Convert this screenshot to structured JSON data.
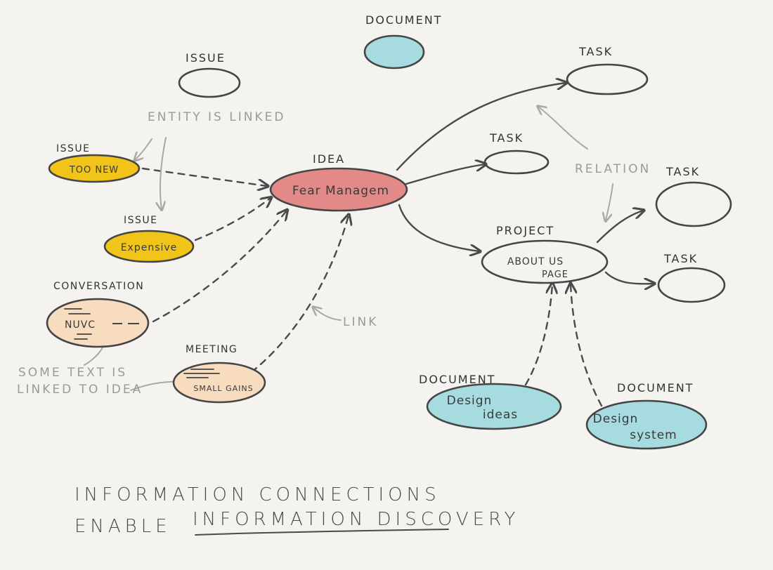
{
  "colors": {
    "idea": "#e38a88",
    "issue": "#f0c419",
    "conversation": "#f7dcbf",
    "meeting": "#f7dcbf",
    "document": "#a6dce0",
    "stroke": "#454545",
    "annotation": "#a0a0a0"
  },
  "nodes": {
    "document_top": {
      "label": "DOCUMENT"
    },
    "issue_top": {
      "label": "ISSUE"
    },
    "issue_too_new": {
      "label": "ISSUE",
      "text": "TOO NEW"
    },
    "issue_expensive": {
      "label": "ISSUE",
      "text": "Expensive"
    },
    "conversation": {
      "label": "CONVERSATION",
      "text": "NUVC"
    },
    "meeting": {
      "label": "MEETING",
      "text": "SMALL GAINS"
    },
    "idea": {
      "label": "IDEA",
      "text": "Fear Managem"
    },
    "task_top": {
      "label": "TASK"
    },
    "task_mid": {
      "label": "TASK"
    },
    "task_right_top": {
      "label": "TASK"
    },
    "task_right_bottom": {
      "label": "TASK"
    },
    "project": {
      "label": "PROJECT",
      "text_line1": "ABOUT US",
      "text_line2": "PAGE"
    },
    "document_design_ideas": {
      "label": "DOCUMENT",
      "text_line1": "Design",
      "text_line2": "ideas"
    },
    "document_design_system": {
      "label": "DOCUMENT",
      "text_line1": "Design",
      "text_line2": "system"
    }
  },
  "annotations": {
    "entity_linked": "ENTITY IS LINKED",
    "relation": "RELATION",
    "link": "LINK",
    "some_text_line1": "SOME TEXT IS",
    "some_text_line2": "LINKED TO IDEA"
  },
  "tagline": {
    "line1": "INFORMATION CONNECTIONS",
    "line2_prefix": "ENABLE",
    "line2_underlined": "INFORMATION DISCOVERY"
  }
}
